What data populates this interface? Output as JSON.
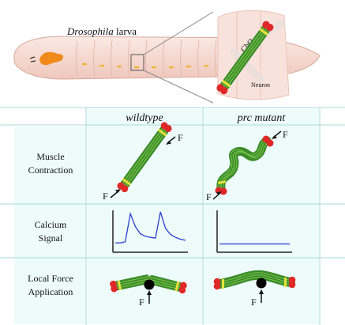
{
  "top_panel": {
    "larva_label_species": "Drosophila",
    "larva_label_rest": " larva",
    "cho_label": "ChO",
    "neuron_label": "Neuron"
  },
  "table": {
    "columns": [
      "wildtype",
      "prc mutant"
    ],
    "rows": [
      {
        "label_lines": [
          "Muscle",
          "Contraction"
        ]
      },
      {
        "label_lines": [
          "Calcium",
          "Signal"
        ]
      },
      {
        "label_lines": [
          "Local Force",
          "Application"
        ]
      }
    ],
    "force_label": "F"
  },
  "colors": {
    "table_bg": "#eefbfb",
    "table_border": "#a8d8d8",
    "muscle_green": "#3a8c2a",
    "muscle_highlight": "#7cc24a",
    "cap_red": "#e02828",
    "larva_body": "#f4d7cf",
    "organ_orange": "#f08a1a",
    "calcium_line": "#2a3fd0"
  },
  "calcium_signal": {
    "wildtype_trace": [
      0.15,
      0.15,
      0.18,
      0.95,
      0.6,
      0.4,
      0.33,
      0.3,
      0.28,
      1.0,
      0.55,
      0.38,
      0.3,
      0.25,
      0.22
    ],
    "mutant_trace": [
      0.12,
      0.12,
      0.12,
      0.12,
      0.12,
      0.12,
      0.12,
      0.12,
      0.12,
      0.12,
      0.12,
      0.12,
      0.12,
      0.12,
      0.12
    ]
  }
}
